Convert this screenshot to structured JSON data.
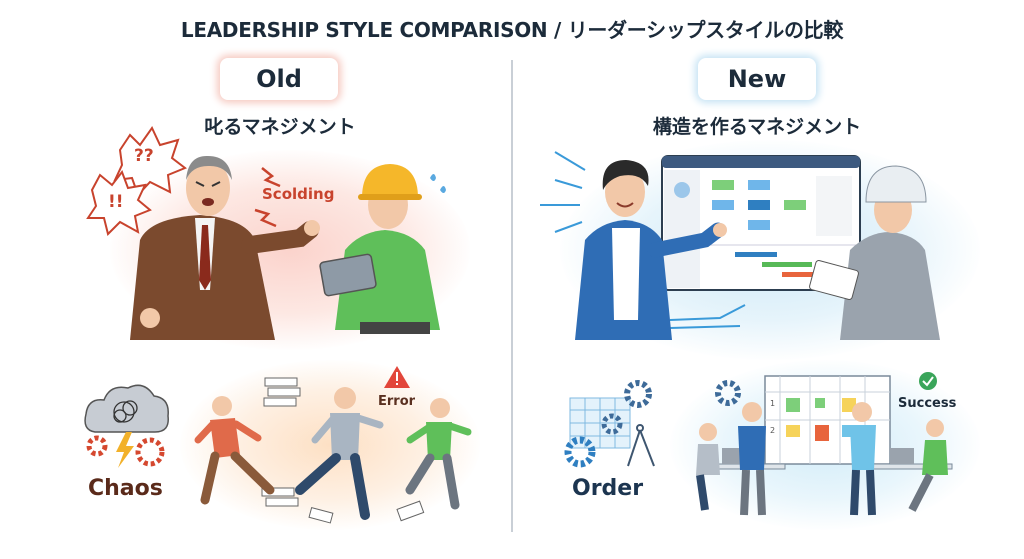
{
  "title": "LEADERSHIP STYLE COMPARISON / リーダーシップスタイルの比較",
  "old": {
    "badge": "Old",
    "subtitle": "叱るマネジメント",
    "speech_bubbles": [
      "??",
      "!!"
    ],
    "scolding_label": "Scolding",
    "error_label": "Error",
    "chaos_label": "Chaos",
    "accent_color": "#c8432d"
  },
  "new": {
    "badge": "New",
    "subtitle": "構造を作るマネジメント",
    "success_label": "Success",
    "order_label": "Order",
    "board_rows": [
      "1",
      "2"
    ],
    "accent_color": "#2f7fc1"
  }
}
